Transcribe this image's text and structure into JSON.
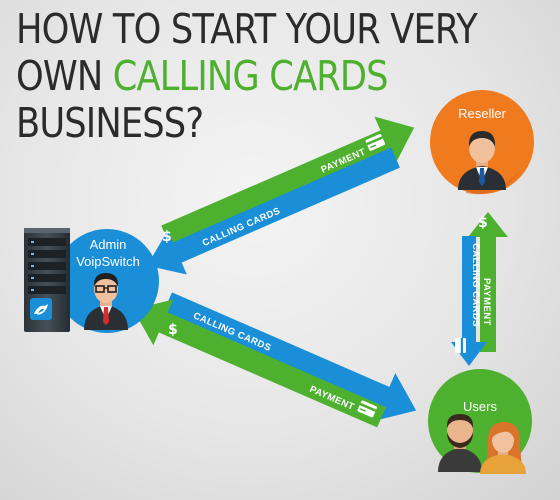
{
  "title": {
    "line1": "HOW TO START YOUR VERY",
    "line2_prefix": "OWN ",
    "line2_highlight": "CALLING CARDS",
    "line3": "BUSINESS?"
  },
  "nodes": {
    "reseller": "Reseller",
    "admin_line1": "Admin",
    "admin_line2": "VoipSwitch",
    "users": "Users"
  },
  "arrows": {
    "payment": "PAYMENT",
    "calling_cards": "CALLING CARDS",
    "dollar": "$"
  },
  "colors": {
    "blue": "#1a8fd8",
    "green": "#4db02e",
    "orange": "#f07a1e",
    "title_text": "#2b2b2b"
  }
}
